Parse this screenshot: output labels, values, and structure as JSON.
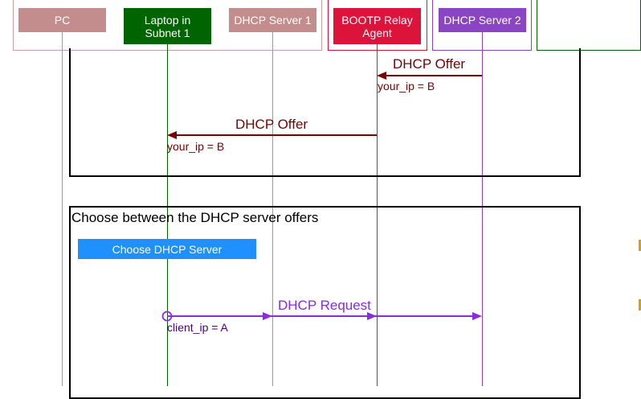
{
  "actors": [
    {
      "id": "pc",
      "label": "PC",
      "color": "#c48d8d"
    },
    {
      "id": "laptop",
      "label": "Laptop in\nSubnet 1",
      "color": "#006400"
    },
    {
      "id": "dhcp1",
      "label": "DHCP Server 1",
      "color": "#c48d8d"
    },
    {
      "id": "relay",
      "label": "BOOTP Relay\nAgent",
      "color": "#dc143c"
    },
    {
      "id": "dhcp2",
      "label": "DHCP Server 2",
      "color": "#8b44c2"
    }
  ],
  "frames": [
    {
      "title": ""
    },
    {
      "title": "Choose between the DHCP server offers"
    }
  ],
  "messages": [
    {
      "label": "DHCP Offer",
      "param": "your_ip = B",
      "from": "dhcp2",
      "to": "relay",
      "color": "#7a0000"
    },
    {
      "label": "DHCP Offer",
      "param": "your_ip = B",
      "from": "relay",
      "to": "laptop",
      "color": "#7a0000"
    },
    {
      "label": "DHCP Request",
      "param": "client_ip = A",
      "from": "laptop",
      "to": "dhcp2",
      "color": "#8a2be2"
    }
  ],
  "action": {
    "label": "Choose DHCP Server",
    "color": "#1e90ff"
  }
}
